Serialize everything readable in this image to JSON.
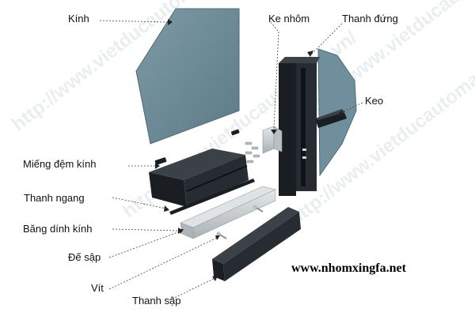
{
  "watermark_text": "http://www.vietducautomatic.vn/",
  "website": "www.nhomxingfa.net",
  "labels": {
    "kinh": "Kính",
    "ke_nhom": "Ke nhôm",
    "thanh_dung": "Thanh đứng",
    "keo": "Keo",
    "mieng_dem_kinh": "Miếng đệm kính",
    "thanh_ngang": "Thanh ngang",
    "bang_dinh_kinh": "Băng dính kính",
    "de_sap": "Đế sập",
    "vit": "Vít",
    "thanh_sap": "Thanh sập"
  },
  "colors": {
    "glass": "#6b8a97",
    "profile": "#1e2328",
    "aluminium": "#c8cdd0",
    "leader": "#444444"
  }
}
